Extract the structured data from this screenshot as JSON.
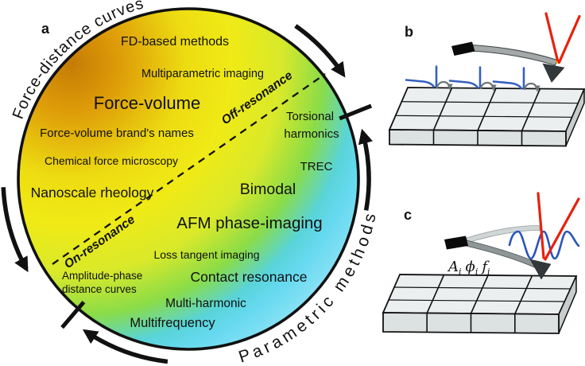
{
  "figure": {
    "panel_a": {
      "label": "a",
      "arc_label_top": "Force-distance curves",
      "arc_label_bottom": "Parametric methods",
      "off_resonance": "Off-resonance",
      "on_resonance": "On-resonance",
      "methods": {
        "fd_based": "FD-based methods",
        "multiparametric": "Multiparametric imaging",
        "force_volume": "Force-volume",
        "force_volume_brands": "Force-volume  brand's names",
        "chemical_force": "Chemical force microscopy",
        "nanoscale_rheology": "Nanoscale rheology",
        "torsional_line1": "Torsional",
        "torsional_line2": "harmonics",
        "trec": "TREC",
        "bimodal": "Bimodal",
        "afm_phase": "AFM  phase-imaging",
        "loss_tangent": "Loss tangent imaging",
        "amplitude_phase_line1": "Amplitude-phase",
        "amplitude_phase_line2": "distance curves",
        "contact_resonance": "Contact resonance",
        "multi_harmonic": "Multi-harmonic",
        "multifrequency": "Multifrequency"
      },
      "gradient_stops": [
        "#C67B05",
        "#DE9D08",
        "#EDDC12",
        "#F0EA16",
        "#D9E92A",
        "#8ADC48",
        "#59D4D8",
        "#66D9F0",
        "#93E4F6"
      ]
    },
    "panel_b": {
      "label": "b"
    },
    "panel_c": {
      "label": "c",
      "signal": {
        "s0": {
          "base": "A",
          "sub": "i"
        },
        "s1": {
          "base": "ϕ",
          "sub": "i"
        },
        "s2": {
          "base": "f",
          "sub": "i"
        }
      }
    },
    "colors": {
      "outline": "#111111",
      "laser_red": "#E8200C",
      "trace_blue": "#3560C0",
      "wave_blue": "#2B55BE",
      "loop_gray": "#6E767C",
      "sample_top": "#EBEFEF",
      "sample_front": "#DCE2E2",
      "sample_side": "#C7CDCD",
      "glint_orange": "#F2A71F"
    }
  }
}
